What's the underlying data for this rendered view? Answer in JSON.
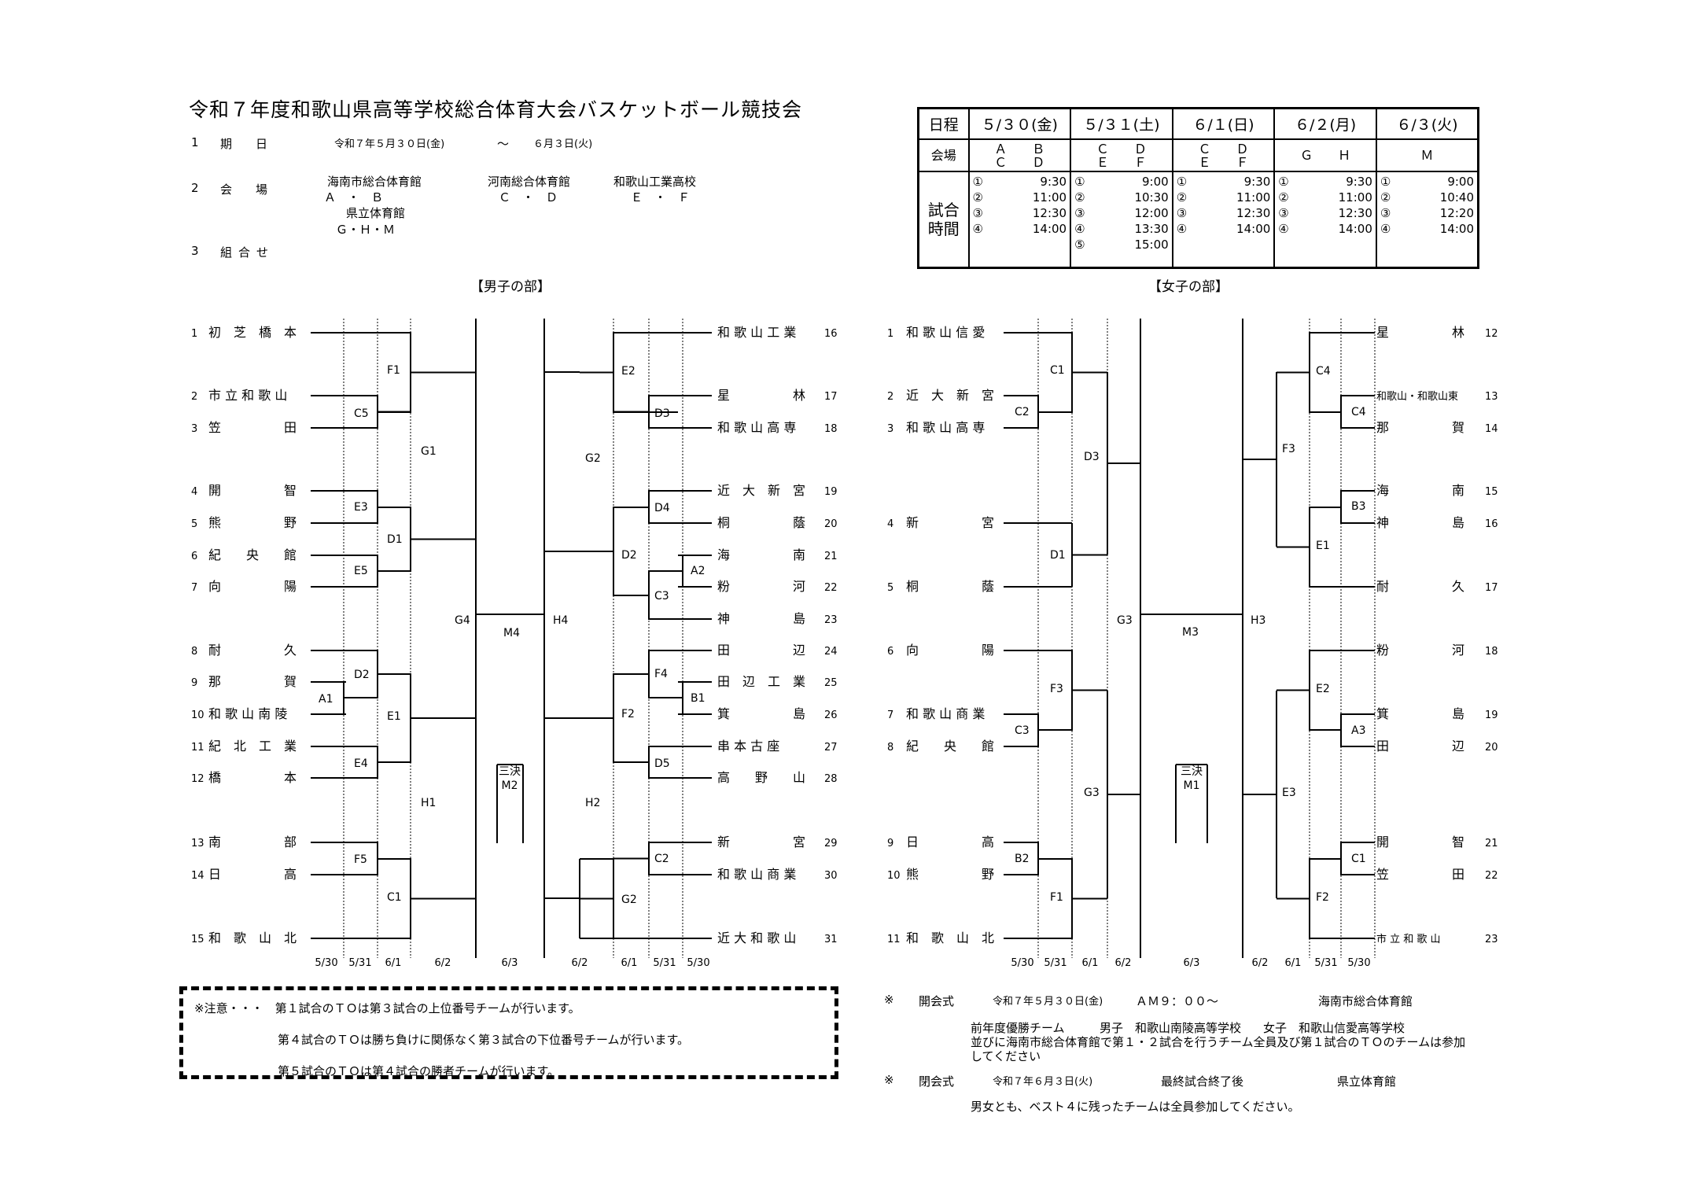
{
  "title": "令和７年度和歌山県高等学校総合体育大会バスケットボール競技会",
  "info": {
    "period": {
      "no": "1",
      "label": "期　　日",
      "start": "令和７年５月３０日(金)",
      "tilde": "～",
      "end": "６月３日(火)"
    },
    "venue": {
      "no": "2",
      "label": "会　　場",
      "v1": "海南市総合体育館",
      "v1c": "Ａ　・　Ｂ",
      "v2": "河南総合体育館",
      "v2c": "Ｃ　・　Ｄ",
      "v3": "和歌山工業高校",
      "v3c": "Ｅ　・　Ｆ",
      "v4": "県立体育館",
      "v4c": "Ｇ・Ｈ・Ｍ"
    },
    "combo": {
      "no": "3",
      "label": "組合せ"
    }
  },
  "schedule": {
    "header": [
      "日程",
      "５/３０(金)",
      "５/３１(土)",
      "６/１(日)",
      "６/２(月)",
      "６/３(火)"
    ],
    "venue_label": "会場",
    "venues": [
      [
        "Ａ　　Ｂ",
        "Ｃ　　Ｄ"
      ],
      [
        "Ｃ　　Ｄ",
        "Ｅ　　Ｆ"
      ],
      [
        "Ｃ　　Ｄ",
        "Ｅ　　Ｆ"
      ],
      [
        "Ｇ　　Ｈ",
        ""
      ],
      [
        "Ｍ",
        ""
      ]
    ],
    "time_label": "試合時間",
    "times": [
      [
        [
          "①",
          "9:30"
        ],
        [
          "②",
          "11:00"
        ],
        [
          "③",
          "12:30"
        ],
        [
          "④",
          "14:00"
        ]
      ],
      [
        [
          "①",
          "9:00"
        ],
        [
          "②",
          "10:30"
        ],
        [
          "③",
          "12:00"
        ],
        [
          "④",
          "13:30"
        ],
        [
          "⑤",
          "15:00"
        ]
      ],
      [
        [
          "①",
          "9:30"
        ],
        [
          "②",
          "11:00"
        ],
        [
          "③",
          "12:30"
        ],
        [
          "④",
          "14:00"
        ]
      ],
      [
        [
          "①",
          "9:30"
        ],
        [
          "②",
          "11:00"
        ],
        [
          "③",
          "12:30"
        ],
        [
          "④",
          "14:00"
        ]
      ],
      [
        [
          "①",
          "9:00"
        ],
        [
          "②",
          "10:40"
        ],
        [
          "③",
          "12:20"
        ],
        [
          "④",
          "14:00"
        ]
      ]
    ]
  },
  "men": {
    "section": "【男子の部】",
    "left_teams": [
      {
        "n": "1",
        "name": "初　芝　橋　本"
      },
      {
        "n": "2",
        "name": "市 立 和 歌 山"
      },
      {
        "n": "3",
        "name": "笠　　　　　田"
      },
      {
        "n": "4",
        "name": "開　　　　　智"
      },
      {
        "n": "5",
        "name": "熊　　　　　野"
      },
      {
        "n": "6",
        "name": "紀　　央　　館"
      },
      {
        "n": "7",
        "name": "向　　　　　陽"
      },
      {
        "n": "8",
        "name": "耐　　　　　久"
      },
      {
        "n": "9",
        "name": "那　　　　　賀"
      },
      {
        "n": "10",
        "name": "和 歌 山 南 陵"
      },
      {
        "n": "11",
        "name": "紀　北　工　業"
      },
      {
        "n": "12",
        "name": "橋　　　　　本"
      },
      {
        "n": "13",
        "name": "南　　　　　部"
      },
      {
        "n": "14",
        "name": "日　　　　　高"
      },
      {
        "n": "15",
        "name": "和　歌　山　北"
      }
    ],
    "right_teams": [
      {
        "n": "16",
        "name": "和 歌 山 工 業"
      },
      {
        "n": "17",
        "name": "星　　　　　林"
      },
      {
        "n": "18",
        "name": "和 歌 山 高 専"
      },
      {
        "n": "19",
        "name": "近　大　新　宮"
      },
      {
        "n": "20",
        "name": "桐　　　　　蔭"
      },
      {
        "n": "21",
        "name": "海　　　　　南"
      },
      {
        "n": "22",
        "name": "粉　　　　　河"
      },
      {
        "n": "23",
        "name": "神　　　　　島"
      },
      {
        "n": "24",
        "name": "田　　　　　辺"
      },
      {
        "n": "25",
        "name": "田　辺　工　業"
      },
      {
        "n": "26",
        "name": "箕　　　　　島"
      },
      {
        "n": "27",
        "name": "串 本 古 座"
      },
      {
        "n": "28",
        "name": "高　　野　　山"
      },
      {
        "n": "29",
        "name": "新　　　　　宮"
      },
      {
        "n": "30",
        "name": "和 歌 山 商 業"
      },
      {
        "n": "31",
        "name": "近 大 和 歌 山"
      }
    ],
    "labels": {
      "c5": "C5",
      "a1": "A1",
      "e3": "E3",
      "e5": "E5",
      "d2": "D2",
      "e4": "E4",
      "f5": "F5",
      "f1": "F1",
      "d1": "D1",
      "e1": "E1",
      "c1": "C1",
      "g1": "G1",
      "h1": "H1",
      "g4": "G4",
      "m4": "M4",
      "h4": "H4",
      "m2a": "三決",
      "m2b": "M2",
      "g2": "G2",
      "h2": "H2",
      "e2": "E2",
      "d2r": "D2",
      "f2": "F2",
      "g2r": "G2",
      "d3": "D3",
      "d4": "D4",
      "c3": "C3",
      "f4": "F4",
      "d5": "D5",
      "c2": "C2",
      "a2": "A2",
      "b1": "B1"
    }
  },
  "women": {
    "section": "【女子の部】",
    "left_teams": [
      {
        "n": "1",
        "name": "和 歌 山 信 愛"
      },
      {
        "n": "2",
        "name": "近　大　新　宮"
      },
      {
        "n": "3",
        "name": "和 歌 山 高 専"
      },
      {
        "n": "4",
        "name": "新　　　　　宮"
      },
      {
        "n": "5",
        "name": "桐　　　　　蔭"
      },
      {
        "n": "6",
        "name": "向　　　　　陽"
      },
      {
        "n": "7",
        "name": "和 歌 山 商 業"
      },
      {
        "n": "8",
        "name": "紀　　央　　館"
      },
      {
        "n": "9",
        "name": "日　　　　　高"
      },
      {
        "n": "10",
        "name": "熊　　　　　野"
      },
      {
        "n": "11",
        "name": "和　歌　山　北"
      }
    ],
    "right_teams": [
      {
        "n": "12",
        "name": "星　　　　　林"
      },
      {
        "n": "13",
        "name": "和歌山・和歌山東"
      },
      {
        "n": "14",
        "name": "那　　　　　賀"
      },
      {
        "n": "15",
        "name": "海　　　　　南"
      },
      {
        "n": "16",
        "name": "神　　　　　島"
      },
      {
        "n": "17",
        "name": "耐　　　　　久"
      },
      {
        "n": "18",
        "name": "粉　　　　　河"
      },
      {
        "n": "19",
        "name": "箕　　　　　島"
      },
      {
        "n": "20",
        "name": "田　　　　　辺"
      },
      {
        "n": "21",
        "name": "開　　　　　智"
      },
      {
        "n": "22",
        "name": "笠　　　　　田"
      },
      {
        "n": "23",
        "name": "市 立 和 歌 山"
      }
    ],
    "labels": {
      "c1": "C1",
      "c2": "C2",
      "d3": "D3",
      "d1": "D1",
      "g3": "G3",
      "m3": "M3",
      "h3": "H3",
      "f3": "F3",
      "c3": "C3",
      "g3b": "G3",
      "b2": "B2",
      "f1": "F1",
      "m1a": "三決",
      "m1b": "M1",
      "c4a": "C4",
      "c4b": "C4",
      "f3r": "F3",
      "b3": "B3",
      "e1": "E1",
      "e2": "E2",
      "a3": "A3",
      "e3": "E3",
      "c1r": "C1",
      "f2": "F2"
    }
  },
  "dates": {
    "men": [
      "5/30",
      "5/31",
      "6/1",
      "6/2",
      "6/3",
      "6/2",
      "6/1",
      "5/31",
      "5/30"
    ],
    "women": [
      "5/30",
      "5/31",
      "6/1",
      "6/2",
      "6/3",
      "6/2",
      "6/1",
      "5/31",
      "5/30"
    ]
  },
  "notes": {
    "line1": "※注意・・・　第１試合のＴＯは第３試合の上位番号チームが行います。",
    "line2": "第４試合のＴＯは勝ち負けに関係なく第３試合の下位番号チームが行います。",
    "line3": "第５試合のＴＯは第４試合の勝者チームが行います。"
  },
  "ceremony": {
    "open_mark": "※",
    "open_label": "開会式",
    "open_date": "令和７年５月３０日(金)",
    "open_time": "ＡＭ９：００～",
    "open_place": "海南市総合体育館",
    "prev_label": "前年度優勝チーム",
    "prev_men": "男子　和歌山南陵高等学校",
    "prev_women": "女子　和歌山信愛高等学校",
    "note1": "並びに海南市総合体育館で第１・２試合を行うチーム全員及び第１試合のＴＯのチームは参加",
    "note2": "してください",
    "close_mark": "※",
    "close_label": "閉会式",
    "close_date": "令和７年６月３日(火)",
    "close_time": "最終試合終了後",
    "close_place": "県立体育館",
    "final_note": "男女とも、ベスト４に残ったチームは全員参加してください。"
  }
}
